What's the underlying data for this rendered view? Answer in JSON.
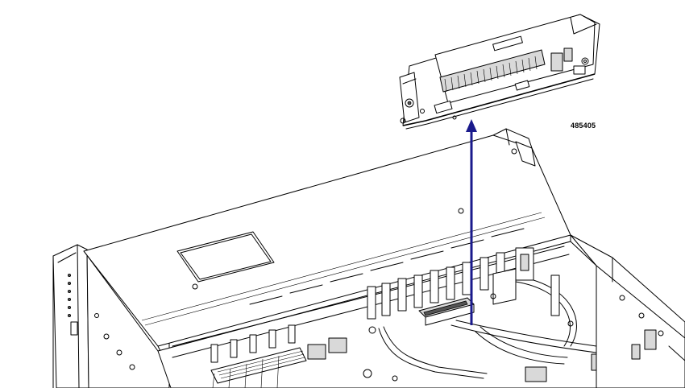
{
  "figure": {
    "figure_id": "485405",
    "arrow_color": "#1a1a8c",
    "line_color": "#000000",
    "background": "#ffffff"
  },
  "parts": {
    "removed_component": "riser-cage",
    "chassis": "server-chassis",
    "action": "lift-up"
  }
}
